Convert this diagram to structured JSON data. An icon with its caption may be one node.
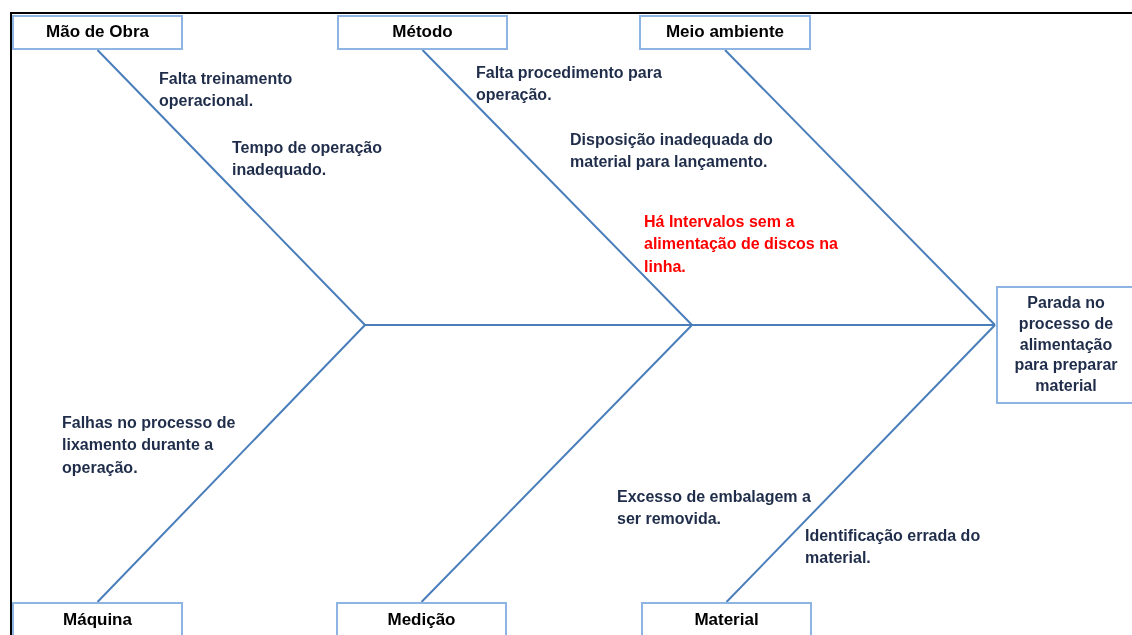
{
  "diagram": {
    "nodes": [
      {
        "text": [
          "Mão de Obra"
        ]
      },
      {
        "text": [
          "Método"
        ]
      },
      {
        "text": [
          "Meio ambiente"
        ]
      },
      {
        "text": [
          "Máquina"
        ]
      },
      {
        "text": [
          "Medição"
        ]
      },
      {
        "text": [
          "Material"
        ]
      },
      {
        "text": [
          "Parada no processo de alimentação para preparar material"
        ]
      }
    ],
    "edges": [
      {
        "from": 0,
        "to": 6,
        "arrow": "none"
      },
      {
        "from": 1,
        "to": 6,
        "arrow": "none"
      },
      {
        "from": 2,
        "to": 6,
        "arrow": "none"
      },
      {
        "from": 3,
        "to": 6,
        "arrow": "none"
      },
      {
        "from": 4,
        "to": 6,
        "arrow": "none"
      },
      {
        "from": 5,
        "to": 6,
        "arrow": "none"
      }
    ],
    "labels": [
      "Falta treinamento operacional.",
      "Falta procedimento para operação.",
      "Tempo de operação inadequado.",
      "Disposição inadequada do material para lançamento.",
      "Há Intervalos sem a alimentação de discos na linha.",
      "Falhas no processo de lixamento durante a operação.",
      "Excesso de embalagem a ser removida.",
      "Identificação errada do material."
    ]
  }
}
